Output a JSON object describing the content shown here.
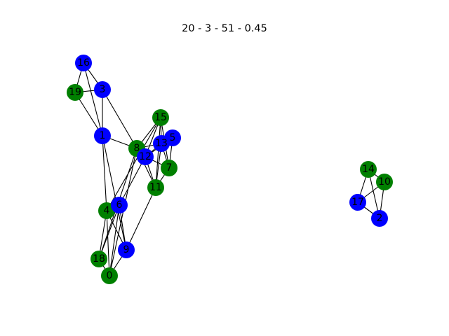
{
  "title": "20 - 3 - 51 - 0.45",
  "colors": {
    "blue": "#0000ff",
    "green": "#008000",
    "edge": "#000000"
  },
  "nodes": [
    {
      "id": "0",
      "color": "green"
    },
    {
      "id": "1",
      "color": "blue"
    },
    {
      "id": "2",
      "color": "blue"
    },
    {
      "id": "3",
      "color": "blue"
    },
    {
      "id": "4",
      "color": "green"
    },
    {
      "id": "5",
      "color": "blue"
    },
    {
      "id": "6",
      "color": "blue"
    },
    {
      "id": "7",
      "color": "green"
    },
    {
      "id": "8",
      "color": "green"
    },
    {
      "id": "9",
      "color": "blue"
    },
    {
      "id": "10",
      "color": "green"
    },
    {
      "id": "11",
      "color": "green"
    },
    {
      "id": "12",
      "color": "blue"
    },
    {
      "id": "13",
      "color": "blue"
    },
    {
      "id": "14",
      "color": "green"
    },
    {
      "id": "15",
      "color": "green"
    },
    {
      "id": "16",
      "color": "blue"
    },
    {
      "id": "17",
      "color": "blue"
    },
    {
      "id": "18",
      "color": "green"
    },
    {
      "id": "19",
      "color": "green"
    }
  ],
  "edges": [
    [
      "16",
      "19"
    ],
    [
      "16",
      "3"
    ],
    [
      "16",
      "1"
    ],
    [
      "19",
      "3"
    ],
    [
      "19",
      "1"
    ],
    [
      "3",
      "1"
    ],
    [
      "3",
      "8"
    ],
    [
      "1",
      "8"
    ],
    [
      "1",
      "4"
    ],
    [
      "1",
      "9"
    ],
    [
      "8",
      "13"
    ],
    [
      "8",
      "12"
    ],
    [
      "8",
      "15"
    ],
    [
      "8",
      "11"
    ],
    [
      "8",
      "18"
    ],
    [
      "8",
      "0"
    ],
    [
      "15",
      "13"
    ],
    [
      "15",
      "7"
    ],
    [
      "15",
      "11"
    ],
    [
      "15",
      "12"
    ],
    [
      "15",
      "4"
    ],
    [
      "5",
      "13"
    ],
    [
      "5",
      "7"
    ],
    [
      "5",
      "12"
    ],
    [
      "13",
      "12"
    ],
    [
      "13",
      "7"
    ],
    [
      "13",
      "11"
    ],
    [
      "12",
      "7"
    ],
    [
      "12",
      "11"
    ],
    [
      "12",
      "6"
    ],
    [
      "7",
      "11"
    ],
    [
      "11",
      "9"
    ],
    [
      "4",
      "6"
    ],
    [
      "4",
      "18"
    ],
    [
      "4",
      "0"
    ],
    [
      "4",
      "9"
    ],
    [
      "6",
      "18"
    ],
    [
      "6",
      "0"
    ],
    [
      "6",
      "9"
    ],
    [
      "18",
      "0"
    ],
    [
      "9",
      "0"
    ],
    [
      "14",
      "10"
    ],
    [
      "14",
      "17"
    ],
    [
      "14",
      "2"
    ],
    [
      "10",
      "17"
    ],
    [
      "10",
      "2"
    ],
    [
      "17",
      "2"
    ]
  ]
}
